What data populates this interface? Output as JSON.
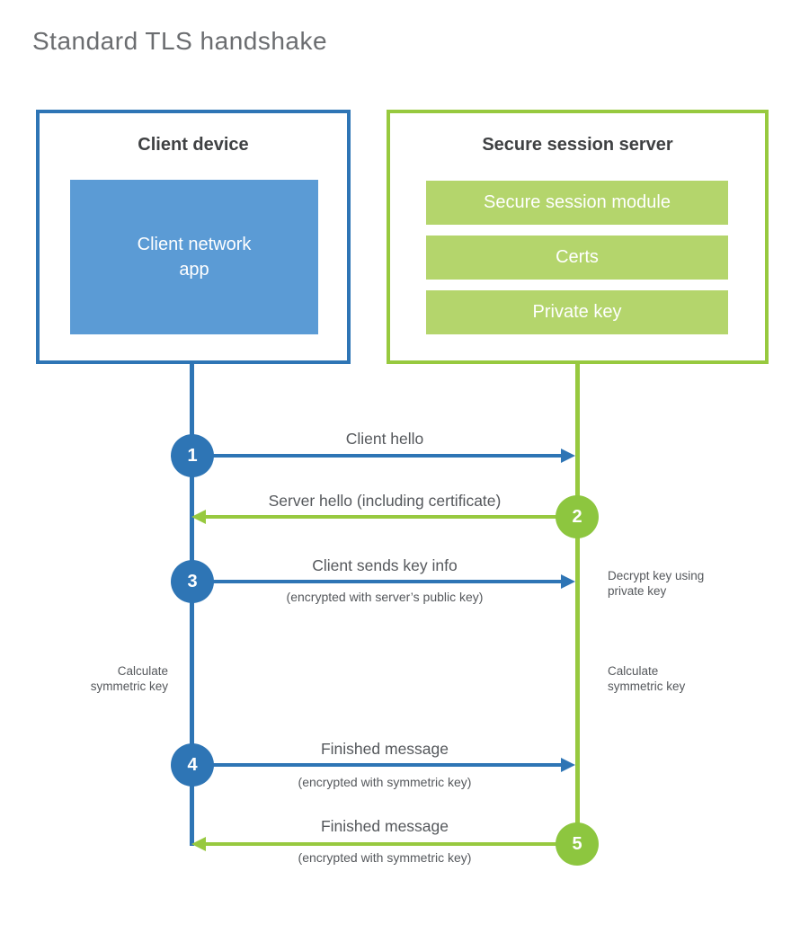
{
  "title": "Standard TLS handshake",
  "colors": {
    "blue": "#2e75b5",
    "blue_fill": "#5b9bd5",
    "green": "#97c93f",
    "green_fill": "#b4d56c"
  },
  "client": {
    "title": "Client device",
    "app": "Client network\napp"
  },
  "server": {
    "title": "Secure session server",
    "modules": [
      "Secure session module",
      "Certs",
      "Private key"
    ]
  },
  "steps": [
    {
      "num": "1",
      "label": "Client hello",
      "sublabel": ""
    },
    {
      "num": "2",
      "label": "Server hello (including certificate)",
      "sublabel": ""
    },
    {
      "num": "3",
      "label": "Client sends key info",
      "sublabel": "(encrypted with server’s public key)"
    },
    {
      "num": "4",
      "label": "Finished message",
      "sublabel": "(encrypted with symmetric key)"
    },
    {
      "num": "5",
      "label": "Finished message",
      "sublabel": "(encrypted with symmetric key)"
    }
  ],
  "notes": {
    "decrypt": "Decrypt key using\nprivate key",
    "calc_left": "Calculate\nsymmetric key",
    "calc_right": "Calculate\nsymmetric key"
  }
}
